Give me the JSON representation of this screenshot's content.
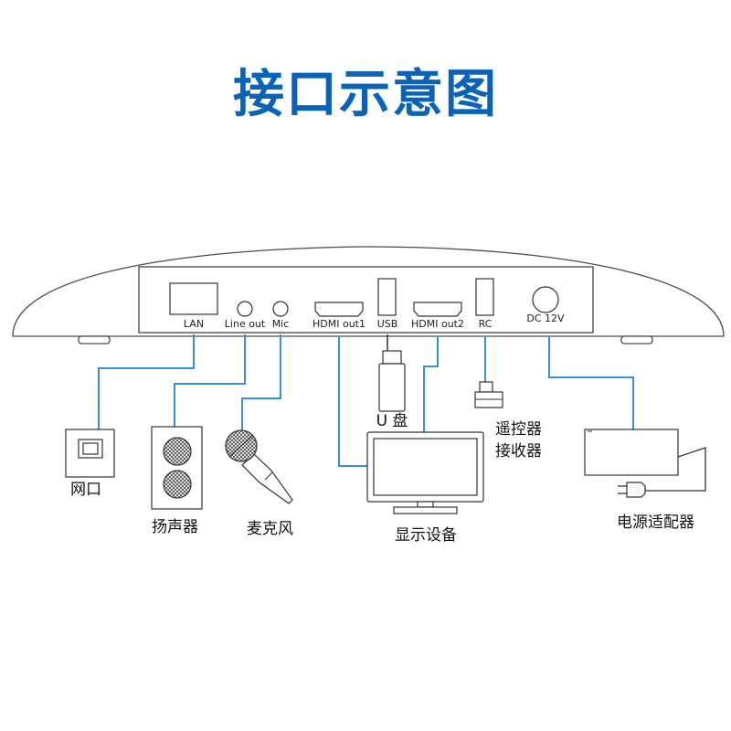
{
  "title": "接口示意图",
  "ports": {
    "lan": "LAN",
    "line_out": "Line out",
    "mic": "Mic",
    "hdmi_out1": "HDMI out1",
    "usb": "USB",
    "hdmi_out2": "HDMI out2",
    "rc": "RC",
    "dc": "DC 12V"
  },
  "devices": {
    "network": "网口",
    "speaker": "扬声器",
    "microphone": "麦克风",
    "usb_disk": "U 盘",
    "display": "显示设备",
    "remote_receiver_line1": "遥控器",
    "remote_receiver_line2": "接收器",
    "power_adapter": "电源适配器"
  },
  "colors": {
    "title": "#0a63b8",
    "wire": "#3b8fd9"
  }
}
